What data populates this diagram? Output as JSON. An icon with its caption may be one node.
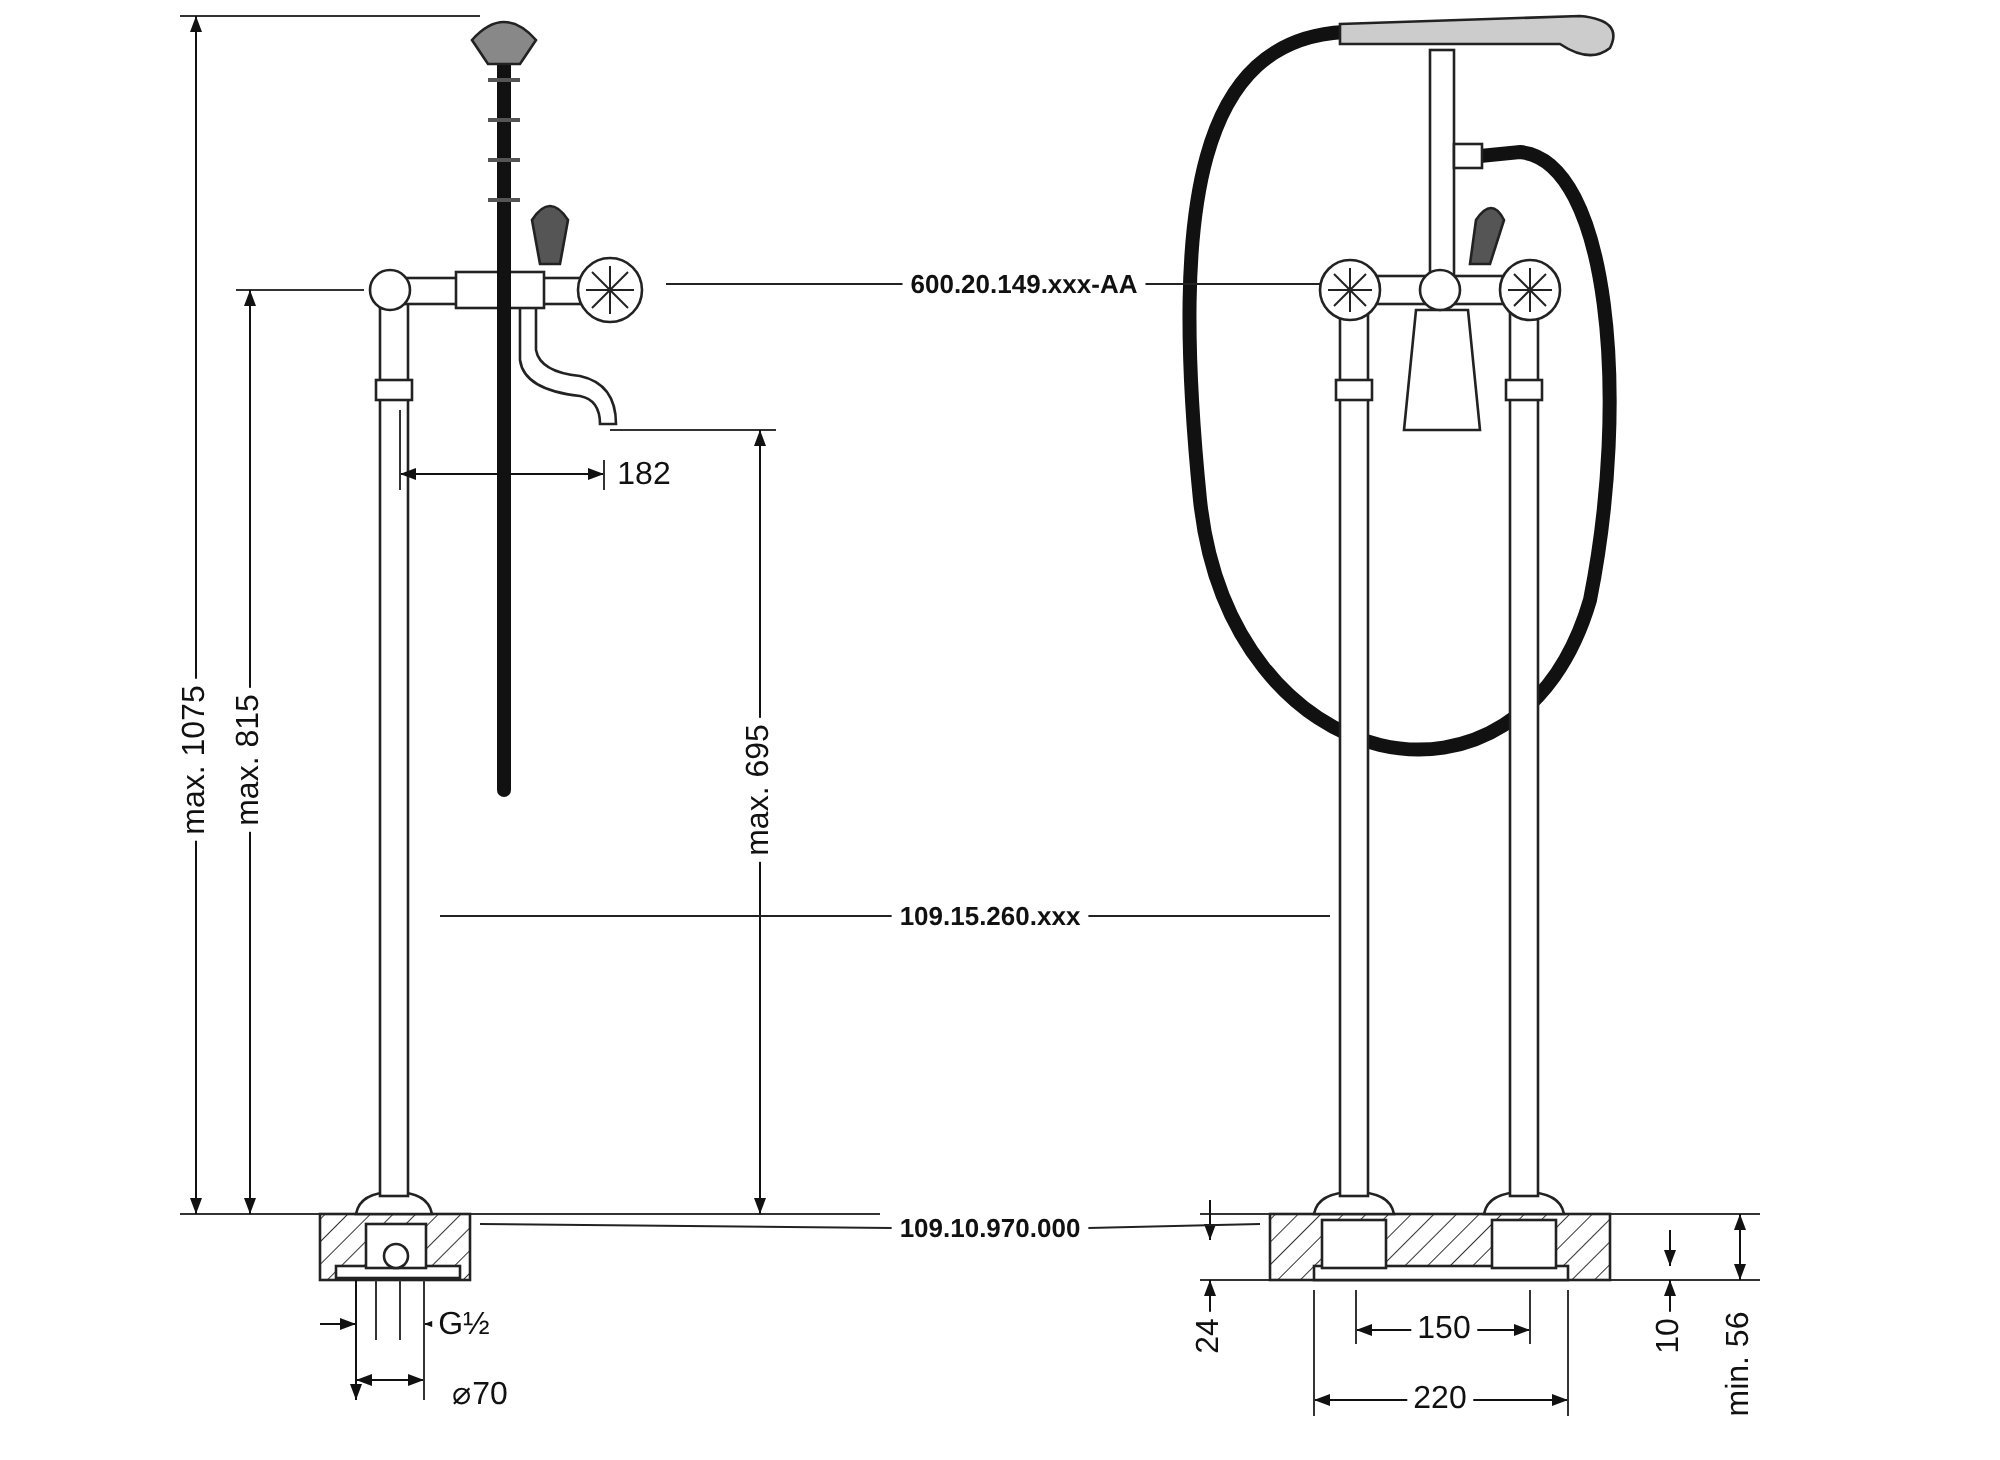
{
  "diagram": {
    "nodes": [
      {
        "text": [
          "600.20.149.xxx-AA"
        ]
      },
      {
        "text": [
          "109.15.260.xxx"
        ]
      },
      {
        "text": [
          "109.10.970.000"
        ]
      }
    ],
    "edges": [
      {
        "from": 0,
        "to": null,
        "arrow": "none"
      },
      {
        "from": 0,
        "to": null,
        "arrow": "none"
      },
      {
        "from": 1,
        "to": null,
        "arrow": "none"
      },
      {
        "from": 1,
        "to": null,
        "arrow": "none"
      },
      {
        "from": 2,
        "to": null,
        "arrow": "none"
      },
      {
        "from": 2,
        "to": null,
        "arrow": "none"
      }
    ],
    "labels": [
      "max. 1075",
      "max. 815",
      "182",
      "max. 695",
      "G½",
      "⌀70",
      "24",
      "150",
      "220",
      "10",
      "min. 56"
    ]
  }
}
